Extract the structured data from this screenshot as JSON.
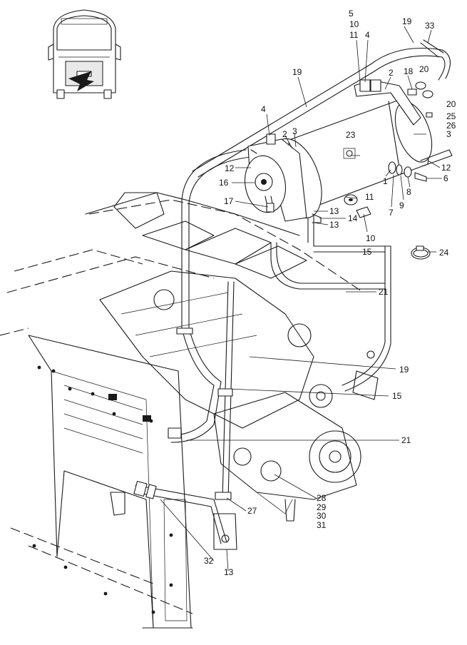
{
  "callouts": {
    "c1": "1",
    "c2a": "2",
    "c2b": "2",
    "c3a": "3",
    "c3b": "3",
    "c4a": "4",
    "c4b": "4",
    "c5": "5",
    "c6": "6",
    "c7": "7",
    "c8": "8",
    "c9": "9",
    "c10a": "10",
    "c10b": "10",
    "c11a": "11",
    "c11b": "11",
    "c12a": "12",
    "c12b": "12",
    "c13a": "13",
    "c13b": "13",
    "c13c": "13",
    "c14": "14",
    "c15a": "15",
    "c15b": "15",
    "c16": "16",
    "c17": "17",
    "c18": "18",
    "c19a": "19",
    "c19b": "19",
    "c19c": "19",
    "c20a": "20",
    "c20b": "20",
    "c21a": "21",
    "c21b": "21",
    "c23": "23",
    "c24": "24",
    "c25": "25",
    "c26": "26",
    "c27": "27",
    "c28": "28",
    "c29": "29",
    "c30": "30",
    "c31": "31",
    "c32": "32",
    "c33": "33"
  }
}
